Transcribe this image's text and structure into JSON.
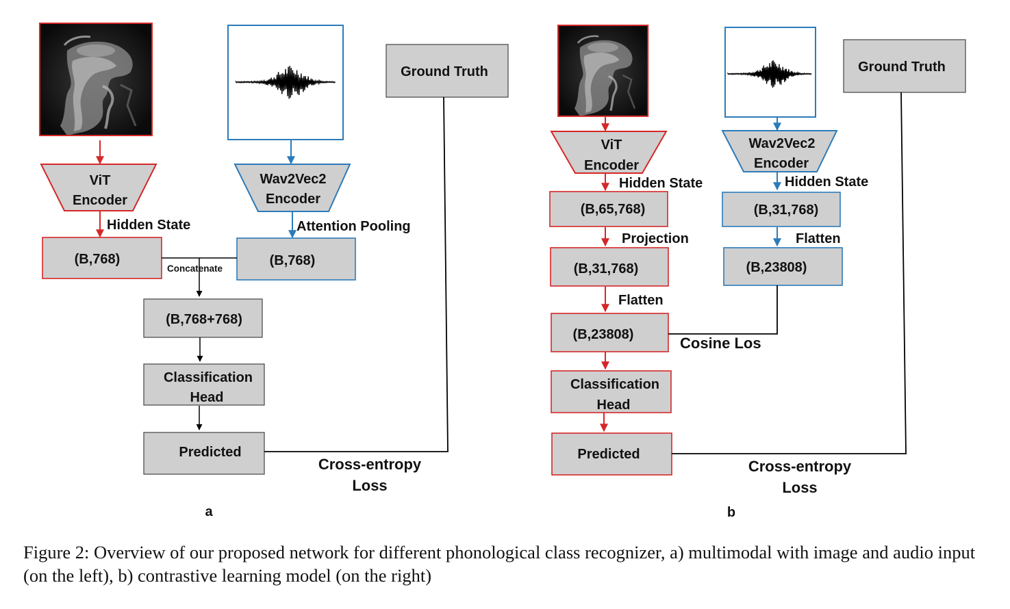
{
  "colors": {
    "image_branch": "#d62728",
    "audio_branch": "#2b7bba",
    "box_fill": "#cfcfcf",
    "line": "#000000"
  },
  "icons": {
    "mri_image": "mri-sagittal-image",
    "audio_waveform": "waveform-icon"
  },
  "panel_a": {
    "ground_truth": "Ground Truth",
    "vit_encoder": [
      "ViT",
      "Encoder"
    ],
    "wav2vec_encoder": [
      "Wav2Vec2",
      "Encoder"
    ],
    "hidden_state": "Hidden State",
    "attention_pooling": "Attention Pooling",
    "vit_output": "(B,768)",
    "audio_output": "(B,768)",
    "concatenate": "Concatenate",
    "concat_output": "(B,768+768)",
    "classification_head": [
      "Classification",
      "Head"
    ],
    "predicted": "Predicted",
    "loss": [
      "Cross-entropy",
      "Loss"
    ],
    "tag": "a"
  },
  "panel_b": {
    "ground_truth": "Ground Truth",
    "vit_encoder": [
      "ViT",
      "Encoder"
    ],
    "wav2vec_encoder": [
      "Wav2Vec2",
      "Encoder"
    ],
    "hidden_state_image": "Hidden State",
    "hidden_state_audio": "Hidden State",
    "vit_hidden": "(B,65,768)",
    "projection": "Projection",
    "projected": "(B,31,768)",
    "flatten_image": "Flatten",
    "image_flat": "(B,23808)",
    "audio_hidden": "(B,31,768)",
    "flatten_audio": "Flatten",
    "audio_flat": "(B,23808)",
    "cosine_loss": "Cosine Los",
    "classification_head": [
      "Classification",
      "Head"
    ],
    "predicted": "Predicted",
    "loss": [
      "Cross-entropy",
      "Loss"
    ],
    "tag": "b"
  },
  "caption": "Figure 2: Overview of our proposed network for different phonological class recognizer, a) multimodal with image and audio input (on the left), b) contrastive learning model (on the right)"
}
